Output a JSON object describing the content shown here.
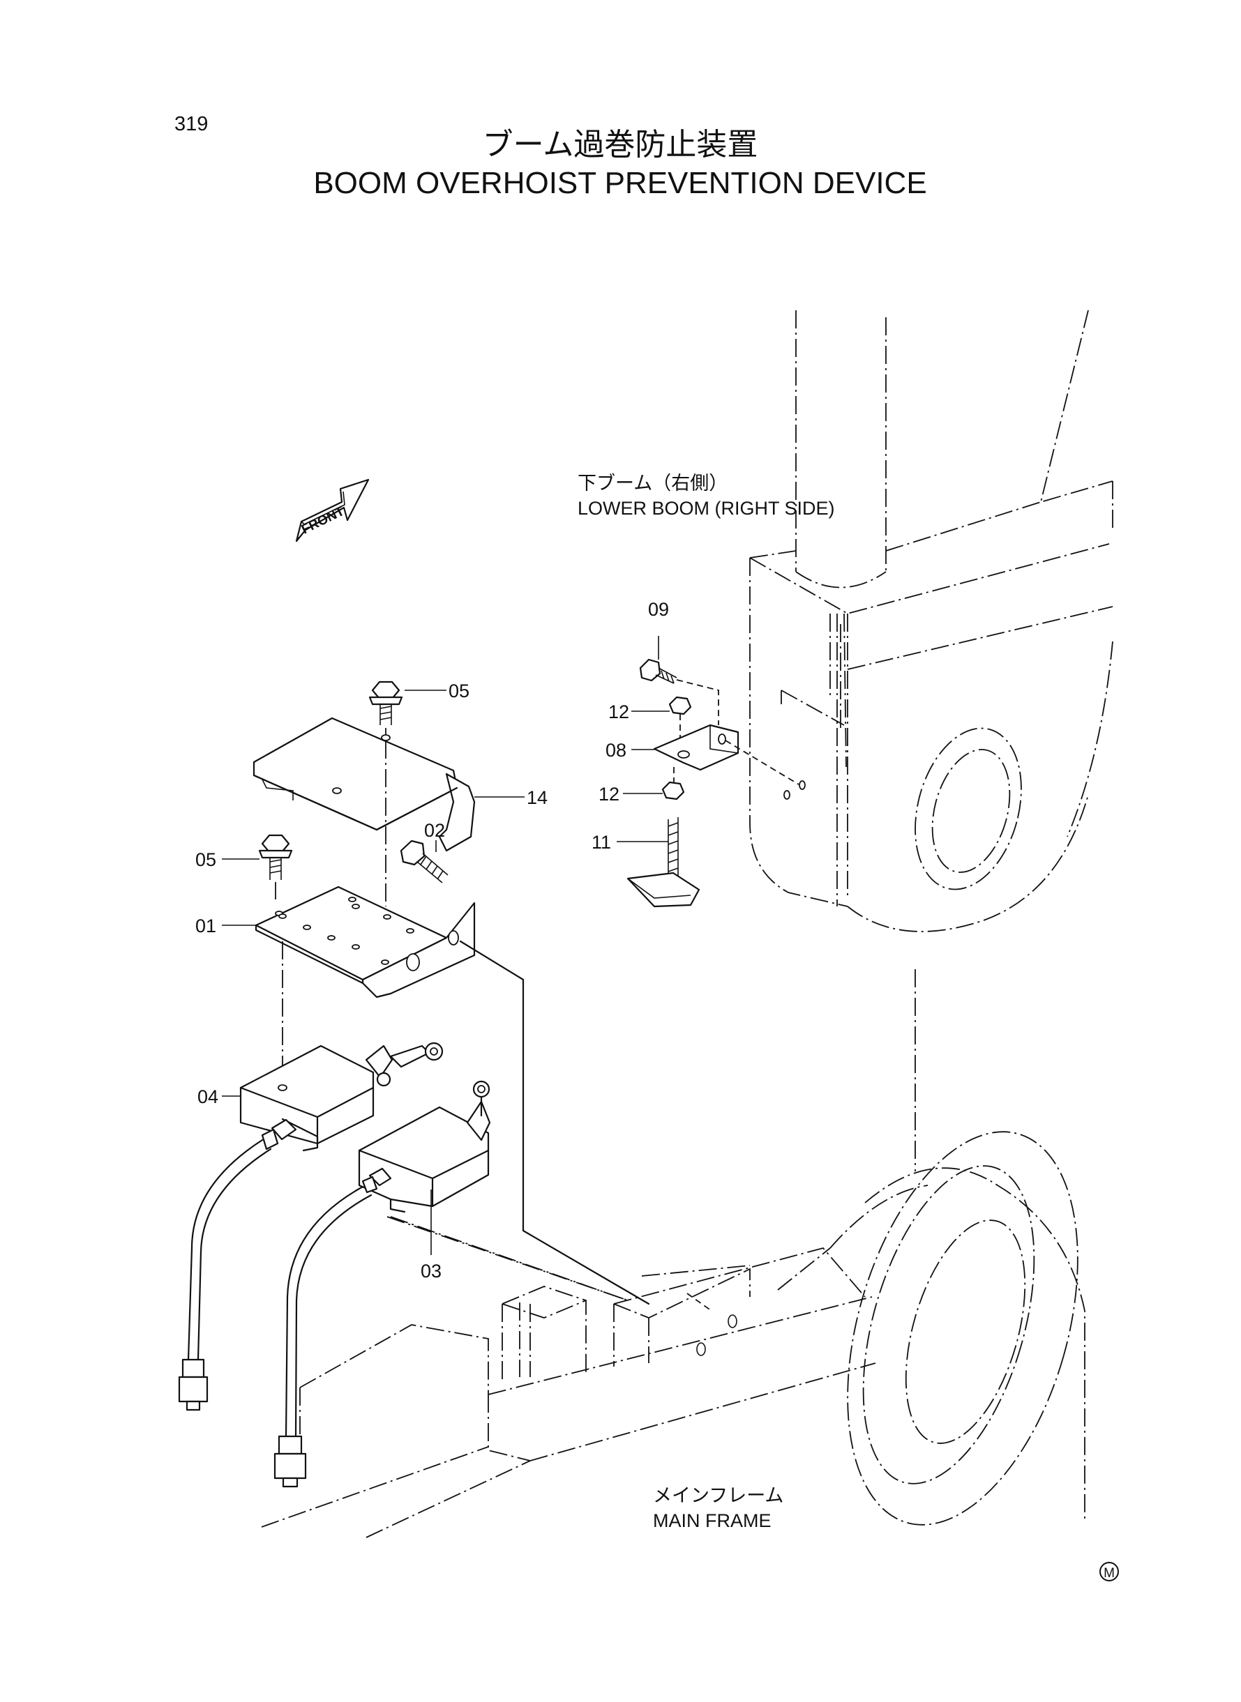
{
  "page": {
    "number": "319",
    "title_ja": "ブーム過巻防止装置",
    "title_en": "BOOM OVERHOIST PREVENTION DEVICE",
    "mark": "M"
  },
  "front_arrow": {
    "label": "FRONT"
  },
  "areas": {
    "lower_boom_ja": "下ブーム（右側）",
    "lower_boom_en": "LOWER BOOM (RIGHT SIDE)",
    "main_frame_ja": "メインフレーム",
    "main_frame_en": "MAIN FRAME"
  },
  "callouts": {
    "c09": "09",
    "c12a": "12",
    "c08": "08",
    "c12b": "12",
    "c11": "11",
    "c05a": "05",
    "c14": "14",
    "c02": "02",
    "c05b": "05",
    "c01": "01",
    "c04": "04",
    "c03": "03"
  }
}
